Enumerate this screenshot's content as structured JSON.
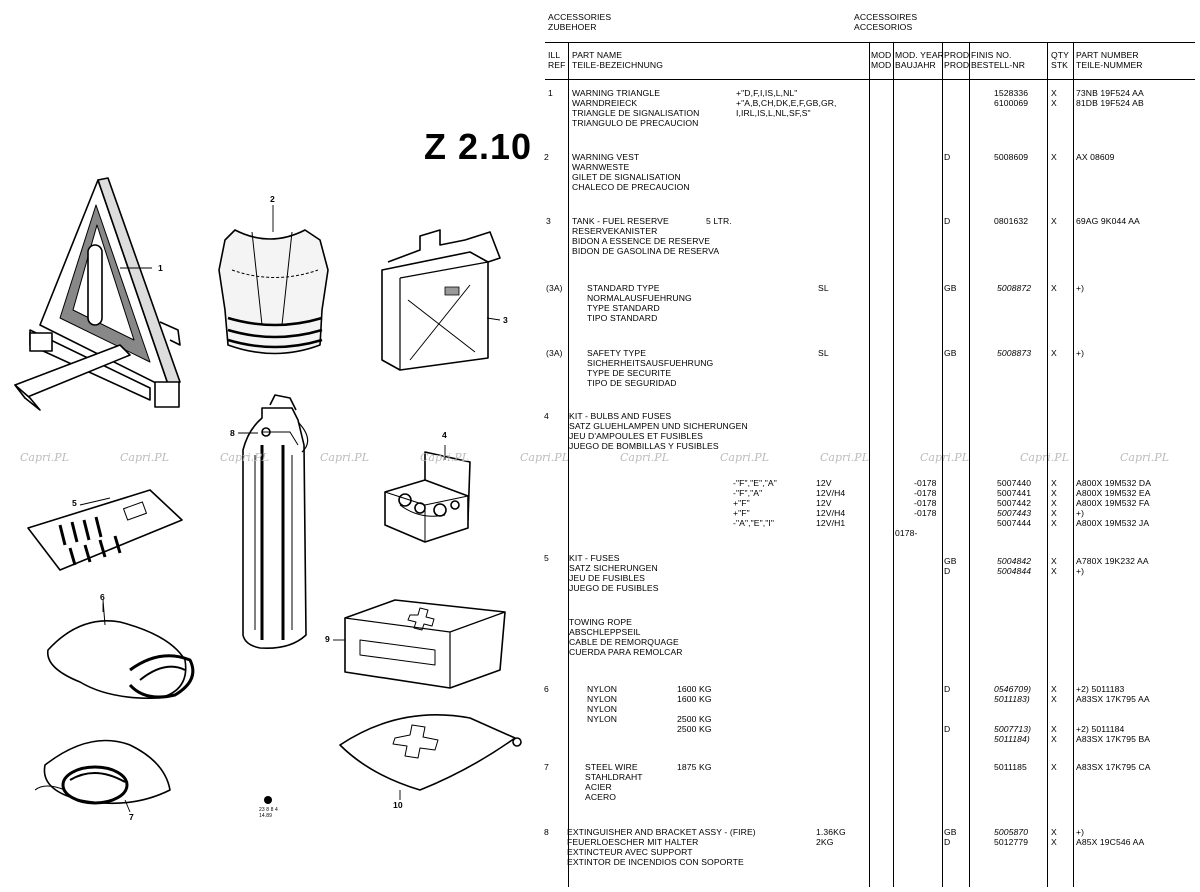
{
  "page_code": "Z 2.10",
  "watermark": "Capri.PL",
  "section_title_left": [
    "ACCESSORIES",
    "ZUBEHOER"
  ],
  "section_title_right": [
    "ACCESSOIRES",
    "ACCESORIOS"
  ],
  "headers": {
    "ill_ref": [
      "ILL",
      "REF"
    ],
    "part_name": [
      "PART NAME",
      "TEILE-BEZEICHNUNG"
    ],
    "mod": [
      "MOD",
      "MOD"
    ],
    "mod_year": [
      "MOD. YEAR",
      "BAUJAHR"
    ],
    "prod": [
      "PROD",
      "PROD"
    ],
    "finis": [
      "FINIS NO.",
      "BESTELL-NR"
    ],
    "qty": [
      "QTY",
      "STK"
    ],
    "part_number": [
      "PART NUMBER",
      "TEILE-NUMMER"
    ]
  },
  "callouts": [
    "1",
    "2",
    "3",
    "4",
    "5",
    "6",
    "7",
    "8",
    "9",
    "10"
  ],
  "illustration_code": [
    "23 8 8 4",
    "14.89"
  ],
  "rows": [
    {
      "ref": "1",
      "name": [
        "WARNING TRIANGLE",
        "WARNDREIECK",
        "TRIANGLE DE SIGNALISATION",
        "TRIANGULO DE PRECAUCION"
      ],
      "notes": [
        "+\"D,F,I,IS,L,NL\"",
        "+\"A,B,CH,DK,E,F,GB,GR,",
        "I,IRL,IS,L,NL,SF,S\""
      ],
      "finis": [
        "1528336",
        "6100069"
      ],
      "qty": [
        "X",
        "X"
      ],
      "pn": [
        "73NB 19F524 AA",
        "81DB 19F524 AB"
      ]
    },
    {
      "ref": "2",
      "name": [
        "WARNING VEST",
        "WARNWESTE",
        "GILET DE SIGNALISATION",
        "CHALECO DE PRECAUCION"
      ],
      "prod": [
        "D"
      ],
      "finis": [
        "5008609"
      ],
      "qty": [
        "X"
      ],
      "pn": [
        "AX 08609"
      ]
    },
    {
      "ref": "3",
      "name": [
        "TANK - FUEL RESERVE",
        "RESERVEKANISTER",
        "BIDON A ESSENCE DE RESERVE",
        "BIDON DE GASOLINA DE RESERVA"
      ],
      "spec": "5 LTR.",
      "prod": [
        "D"
      ],
      "finis": [
        "0801632"
      ],
      "qty": [
        "X"
      ],
      "pn": [
        "69AG 9K044 AA"
      ]
    },
    {
      "ref": "(3A)",
      "name": [
        "STANDARD TYPE",
        "NORMALAUSFUEHRUNG",
        "TYPE STANDARD",
        "TIPO STANDARD"
      ],
      "spec": "SL",
      "prod": [
        "GB"
      ],
      "finis": [
        "5008872"
      ],
      "qty": [
        "X"
      ],
      "pn": [
        "+)"
      ]
    },
    {
      "ref": "(3A)",
      "name": [
        "SAFETY TYPE",
        "SICHERHEITSAUSFUEHRUNG",
        "TYPE DE SECURITE",
        "TIPO DE SEGURIDAD"
      ],
      "spec": "SL",
      "prod": [
        "GB"
      ],
      "finis": [
        "5008873"
      ],
      "qty": [
        "X"
      ],
      "pn": [
        "+)"
      ]
    },
    {
      "ref": "4",
      "name": [
        "KIT - BULBS AND FUSES",
        "SATZ GLUEHLAMPEN UND SICHERUNGEN",
        "JEU D'AMPOULES ET FUSIBLES",
        "JUEGO DE BOMBILLAS Y FUSIBLES"
      ],
      "sub": [
        {
          "note": "-\"F\",\"E\",\"A\"",
          "spec": "12V",
          "year": "-0178",
          "finis": "5007440",
          "qty": "X",
          "pn": "A800X 19M532 DA"
        },
        {
          "note": "-\"F\",\"A\"",
          "spec": "12V/H4",
          "year": "-0178",
          "finis": "5007441",
          "qty": "X",
          "pn": "A800X 19M532 EA"
        },
        {
          "note": "+\"F\"",
          "spec": "12V",
          "year": "-0178",
          "finis": "5007442",
          "qty": "X",
          "pn": "A800X 19M532 FA"
        },
        {
          "note": "+\"F\"",
          "spec": "12V/H4",
          "year": "-0178",
          "finis": "5007443",
          "qty": "X",
          "pn": "+)"
        },
        {
          "note": "-\"A\",\"E\",\"I\"",
          "spec": "12V/H1",
          "year": "0178-",
          "finis": "5007444",
          "qty": "X",
          "pn": "A800X 19M532 JA"
        }
      ]
    },
    {
      "ref": "5",
      "name": [
        "KIT - FUSES",
        "SATZ SICHERUNGEN",
        "JEU DE FUSIBLES",
        "JUEGO DE FUSIBLES"
      ],
      "prod": [
        "GB",
        "D"
      ],
      "finis": [
        "5004842",
        "5004844"
      ],
      "qty": [
        "X",
        "X"
      ],
      "pn": [
        "A780X 19K232 AA",
        "+)"
      ]
    },
    {
      "ref": "",
      "name": [
        "TOWING ROPE",
        "ABSCHLEPPSEIL",
        "CABLE DE REMORQUAGE",
        "CUERDA PARA REMOLCAR"
      ]
    },
    {
      "ref": "6",
      "name": [
        "NYLON",
        "NYLON",
        "NYLON",
        "NYLON"
      ],
      "specs": [
        "1600 KG",
        "1600 KG",
        "",
        "2500 KG",
        "2500 KG"
      ],
      "prod": [
        "D",
        "D"
      ],
      "finis": [
        "0546709)",
        "5011183)",
        "5007713)",
        "5011184)"
      ],
      "qty": [
        "X",
        "X",
        "X",
        "X"
      ],
      "pn": [
        "+2) 5011183",
        "A83SX 17K795 AA",
        "+2) 5011184",
        "A83SX 17K795 BA"
      ]
    },
    {
      "ref": "7",
      "name": [
        "STEEL WIRE",
        "STAHLDRAHT",
        "ACIER",
        "ACERO"
      ],
      "spec": "1875 KG",
      "finis": [
        "5011185"
      ],
      "qty": [
        "X"
      ],
      "pn": [
        "A83SX 17K795 CA"
      ]
    },
    {
      "ref": "8",
      "name": [
        "EXTINGUISHER AND BRACKET ASSY - (FIRE)",
        "FEUERLOESCHER MIT HALTER",
        "EXTINCTEUR AVEC SUPPORT",
        "EXTINTOR DE INCENDIOS CON SOPORTE"
      ],
      "specs": [
        "1.36KG",
        "2KG"
      ],
      "prod": [
        "GB",
        "D"
      ],
      "finis": [
        "5005870",
        "5012779"
      ],
      "qty": [
        "X",
        "X"
      ],
      "pn": [
        "+)",
        "A85X 19C546 AA"
      ]
    }
  ]
}
